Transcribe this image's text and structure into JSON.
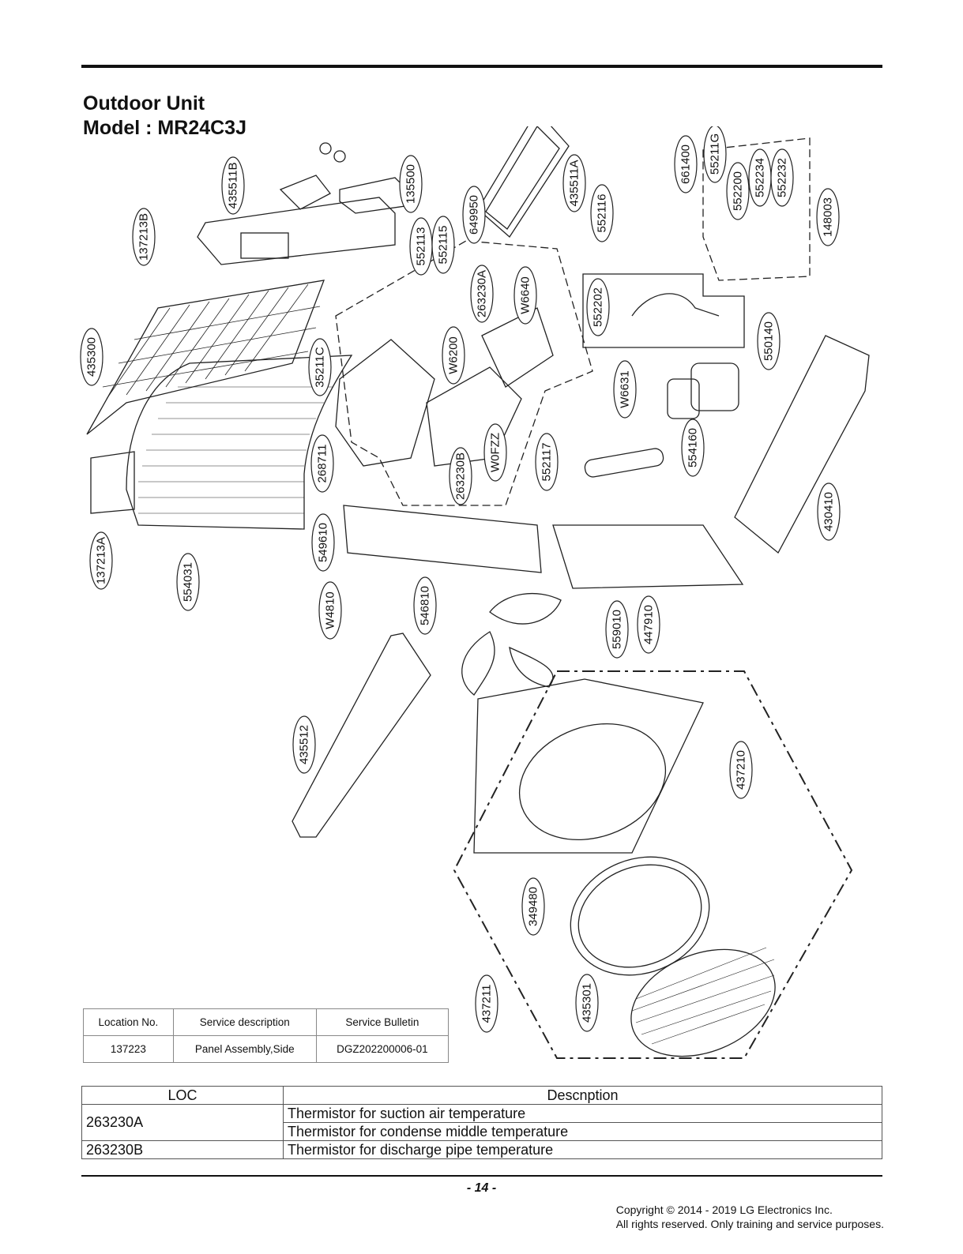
{
  "header": {
    "title_line1": "Outdoor Unit",
    "title_line2": "Model : MR24C3J"
  },
  "diagram": {
    "part_labels": [
      "55211G",
      "661400",
      "552200",
      "552234",
      "552232",
      "148003",
      "435511A",
      "552116",
      "649950",
      "435511B",
      "135500",
      "137213B",
      "552113",
      "552115",
      "263230A",
      "W6640",
      "552202",
      "550140",
      "435300",
      "35211C",
      "W6200",
      "W6631",
      "554160",
      "268711",
      "263230B",
      "W0FZZ",
      "552117",
      "430410",
      "137213A",
      "554031",
      "549610",
      "W4810",
      "546810",
      "559010",
      "447910",
      "435512",
      "437210",
      "349480",
      "437211",
      "435301"
    ]
  },
  "service_bulletin": {
    "headers": [
      "Location No.",
      "Service description",
      "Service Bulletin"
    ],
    "rows": [
      [
        "137223",
        "Panel Assembly,Side",
        "DGZ202200006-01"
      ]
    ]
  },
  "loc_table": {
    "headers": [
      "LOC",
      "Descnption"
    ],
    "rows": [
      {
        "loc": "263230A",
        "descriptions": [
          "Thermistor for suction air temperature",
          "Thermistor for condense middle temperature"
        ]
      },
      {
        "loc": "263230B",
        "descriptions": [
          "Thermistor for discharge pipe temperature"
        ]
      }
    ]
  },
  "footer": {
    "page_number": "- 14 -",
    "copyright_line1": "Copyright © 2014 - 2019 LG Electronics Inc.",
    "copyright_line2": "All rights reserved. Only training and service purposes."
  }
}
